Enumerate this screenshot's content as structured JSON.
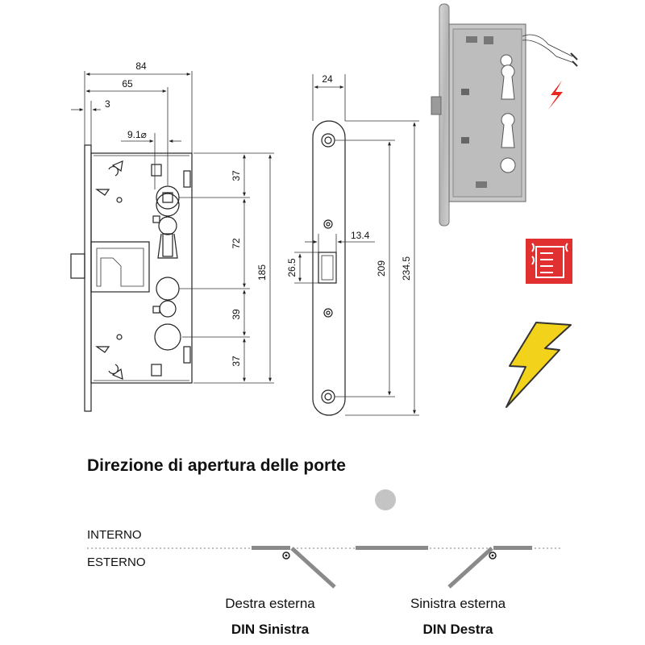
{
  "colors": {
    "line": "#222222",
    "heading": "#5a5a5a",
    "leaf": "#8a8a8a",
    "bolt": "#f2d21b",
    "fire_badge": "#e03030",
    "arrow_red": "#e8251f",
    "gray_dot": "#c4c4c4"
  },
  "front_view": {
    "dims": {
      "width_84": "84",
      "backset_65": "65",
      "plate_3": "3",
      "hole_dia": "9.1⌀",
      "d37_top": "37",
      "d72": "72",
      "d39": "39",
      "d37_bottom": "37",
      "d185": "185"
    }
  },
  "side_view": {
    "dims": {
      "width_24": "24",
      "d13_4": "13.4",
      "d26_5": "26.5",
      "d209": "209",
      "d234_5": "234.5"
    }
  },
  "icons": {
    "photo": "lock-photo-icon",
    "electric_arrow": "electric-arrow-icon",
    "fire_door": "fire-door-icon",
    "lightning": "lightning-bolt-icon"
  },
  "door_direction": {
    "heading": "Direzione di apertura delle porte",
    "interno": "INTERNO",
    "esterno": "ESTERNO",
    "left": {
      "name": "Destra esterna",
      "din": "DIN Sinistra"
    },
    "right": {
      "name": "Sinistra esterna",
      "din": "DIN Destra"
    }
  }
}
